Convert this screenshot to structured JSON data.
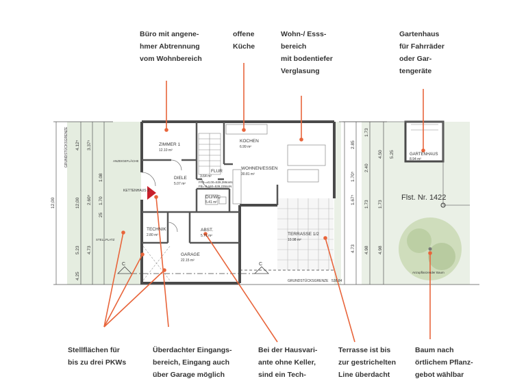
{
  "annotations_top": {
    "office": "Büro mit angene-\nhmer Abtrennung\nvom Wohnbereich",
    "kitchen": "offene\nKüche",
    "living": "Wohn-/ Esss-\nbereich\nmit bodentiefer\nVerglasung",
    "garden_house": "Gartenhaus\nfür Fahrräder\noder Gar-\ntengeräte"
  },
  "annotations_bottom": {
    "parking": "Stellflächen für\nbis zu drei PKWs",
    "entrance": "Überdachter Eingangs-\nbereich, Eingang auch\nüber Garage möglich",
    "variant": "Bei der Hausvari-\nante ohne Keller,\nsind ein Tech-",
    "terrace": "Terrasse ist bis\nzur gestrichelten\nLine überdacht",
    "tree": "Baum nach\nörtlichem Pflanz-\ngebot wählbar"
  },
  "rooms": {
    "zimmer": {
      "name": "ZIMMER 1",
      "area": "12.10 m²"
    },
    "kochen": {
      "name": "KOCHEN",
      "area": "6.99 m²"
    },
    "wohnen": {
      "name": "WOHNEN/ESSEN",
      "area": "30.81 m²"
    },
    "diele": {
      "name": "DIELE",
      "area": "5.07 m²"
    },
    "flur": {
      "name": "FLUR",
      "area": "3.64 m²"
    },
    "duwc": {
      "name": "DU/WC",
      "area": "5.41 m²"
    },
    "technik": {
      "name": "TECHNIK",
      "area": "2.80 m²"
    },
    "abst": {
      "name": "ABST.",
      "area": "5.71 m²"
    },
    "garage": {
      "name": "GARAGE",
      "area": "22.15 m²"
    },
    "terrasse": {
      "name": "TERRASSE 1/2",
      "area": "10.98 m²"
    },
    "gartenhaus": {
      "name": "GARTENHAUS",
      "area": "8.94 m²"
    }
  },
  "labels": {
    "parcel": "Flst. Nr. 1422",
    "kettenhaus": "KETTENHAUS 2",
    "grenze_bottom": "GRUNDSTÜCKSGRENZE",
    "grenze_left": "GRUNDSTÜCKSGRENZE",
    "section_c": "C",
    "height_1": "FFB=±0,00=539,395ünN",
    "height_2": "FB=-0,160=539,235ünN",
    "stellplatz": "STELLPLATZ",
    "anzeige": "ANZEIGEFLÄCHE",
    "baum": "Anzupflanzender Baum",
    "level": "538.84"
  },
  "dims_left_outer": [
    "12,00"
  ],
  "dims_left_col1": [
    "4.12⁵",
    "12,00",
    "5.23",
    "4.25"
  ],
  "dims_left_col2": [
    "3.37⁵",
    "2.60⁵",
    "4.73"
  ],
  "dims_left_col3": [
    "1.08",
    "1.70",
    "25"
  ],
  "dims_right_col1": [
    "2.85",
    "1.70⁵",
    "1.67⁵",
    "4.73"
  ],
  "dims_right_col2": [
    "1.73",
    "2.40",
    "1.73",
    "4.98"
  ],
  "dims_right_col3": [
    "4.50",
    "1.73",
    "4.98"
  ],
  "dims_right_col4": [
    "5.25"
  ],
  "colors": {
    "annotation_line": "#e8643a",
    "wall": "#555555",
    "garden": "#dfe9d9",
    "terrace": "#f3f3f3"
  }
}
